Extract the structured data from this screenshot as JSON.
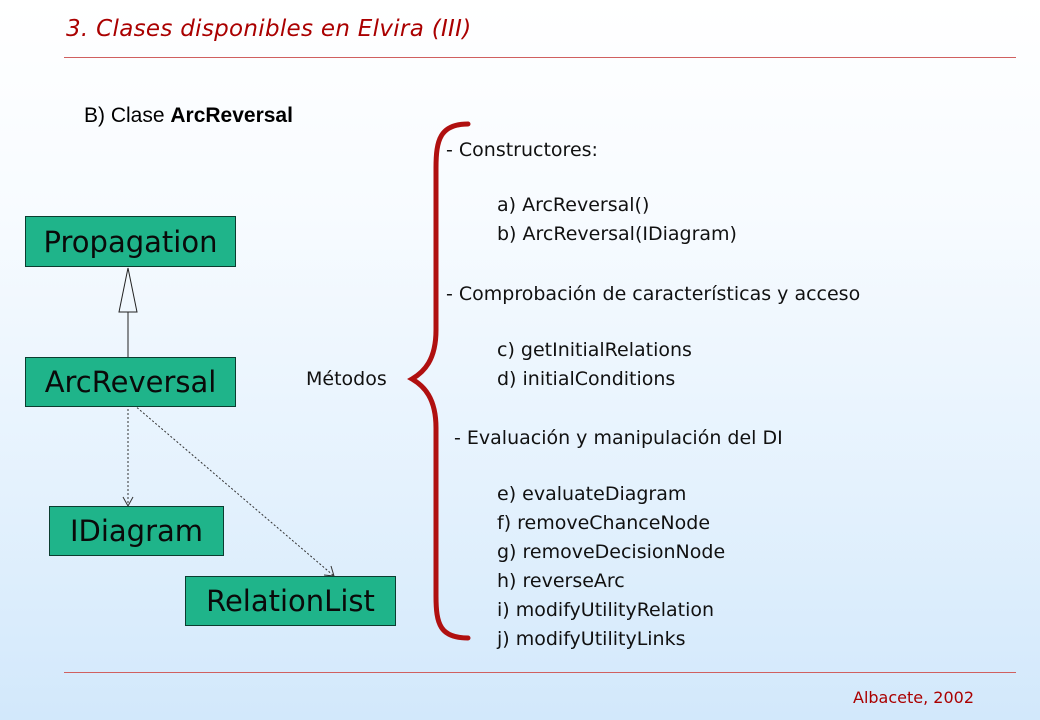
{
  "slide": {
    "title": "3. Clases disponibles en Elvira (III)",
    "subtitle_prefix": "B) Clase ",
    "subtitle_class": "ArcReversal",
    "footer": "Albacete, 2002"
  },
  "diagram": {
    "propagation": "Propagation",
    "arcreversal": "ArcReversal",
    "idiagram": "IDiagram",
    "relationlist": "RelationList",
    "box_color": "#1fb48a"
  },
  "methods": {
    "label": "Métodos",
    "groups": [
      {
        "heading": "- Constructores:",
        "items": [
          "a) ArcReversal()",
          "b) ArcReversal(IDiagram)"
        ]
      },
      {
        "heading": "- Comprobación de características y acceso",
        "items": [
          "c) getInitialRelations",
          "d) initialConditions"
        ]
      },
      {
        "heading": "- Evaluación y manipulación del DI",
        "items": [
          "e) evaluateDiagram",
          "f) removeChanceNode",
          "g) removeDecisionNode",
          "h) reverseArc",
          "i) modifyUtilityRelation",
          "j) modifyUtilityLinks"
        ]
      }
    ]
  },
  "colors": {
    "title": "#aa0000",
    "brace": "#b01010",
    "rule": "#d06060"
  }
}
